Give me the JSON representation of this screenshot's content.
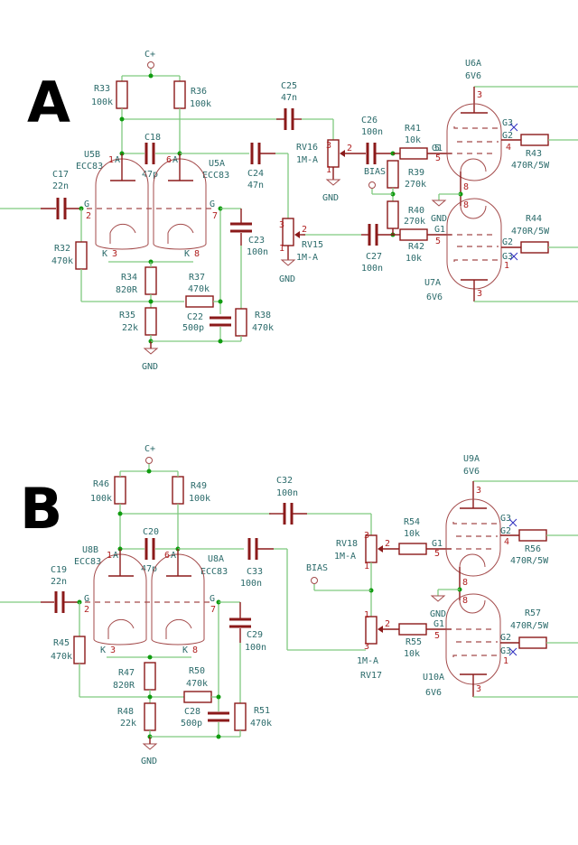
{
  "sections": [
    {
      "label": "A",
      "supply": "C+",
      "ground": "GND",
      "preamp": {
        "tube_b": {
          "ref": "U5B",
          "type": "ECC83",
          "anode_pin": "1",
          "grid_pin": "2",
          "cathode_pin": "3"
        },
        "tube_a": {
          "ref": "U5A",
          "type": "ECC83",
          "anode_pin": "6",
          "grid_pin": "7",
          "cathode_pin": "8"
        },
        "pin_letters": {
          "anode": "A",
          "grid": "G",
          "cathode": "K"
        }
      },
      "components": {
        "R_plate1": {
          "ref": "R33",
          "value": "100k"
        },
        "R_plate2": {
          "ref": "R36",
          "value": "100k"
        },
        "C_bright": {
          "ref": "C18",
          "value": "47p"
        },
        "C_in": {
          "ref": "C17",
          "value": "22n"
        },
        "R_grid": {
          "ref": "R32",
          "value": "470k"
        },
        "R_cath": {
          "ref": "R34",
          "value": "820R"
        },
        "R_tail": {
          "ref": "R35",
          "value": "22k"
        },
        "R_fb": {
          "ref": "R37",
          "value": "470k"
        },
        "C_fb": {
          "ref": "C22",
          "value": "500p"
        },
        "R_grid2": {
          "ref": "R38",
          "value": "470k"
        },
        "C_grid2": {
          "ref": "C23",
          "value": "100n"
        },
        "C_out1": {
          "ref": "C25",
          "value": "47n"
        },
        "C_out2": {
          "ref": "C24",
          "value": "47n"
        },
        "pot1": {
          "ref": "RV16",
          "value": "1M-A",
          "pins": [
            "3",
            "2",
            "1"
          ]
        },
        "pot2": {
          "ref": "RV15",
          "value": "1M-A",
          "pins": [
            "3",
            "2",
            "1"
          ]
        },
        "C_c1": {
          "ref": "C26",
          "value": "100n"
        },
        "C_c2": {
          "ref": "C27",
          "value": "100n"
        },
        "R_bias1": {
          "ref": "R39",
          "value": "270k"
        },
        "R_bias2": {
          "ref": "R40",
          "value": "270k"
        },
        "R_stop1": {
          "ref": "R41",
          "value": "10k"
        },
        "R_stop2": {
          "ref": "R42",
          "value": "10k"
        },
        "R_screen1": {
          "ref": "R43",
          "value": "470R/5W"
        },
        "R_screen2": {
          "ref": "R44",
          "value": "470R/5W"
        },
        "bias_label": "BIAS"
      },
      "power": {
        "top": {
          "ref": "U6A",
          "type": "6V6"
        },
        "bottom": {
          "ref": "U7A",
          "type": "6V6"
        },
        "pins": {
          "G1": "5",
          "G2": "4",
          "G3": "1",
          "A": "3",
          "F1": "8"
        }
      }
    },
    {
      "label": "B",
      "supply": "C+",
      "ground": "GND",
      "preamp": {
        "tube_b": {
          "ref": "U8B",
          "type": "ECC83",
          "anode_pin": "1",
          "grid_pin": "2",
          "cathode_pin": "3"
        },
        "tube_a": {
          "ref": "U8A",
          "type": "ECC83",
          "anode_pin": "6",
          "grid_pin": "7",
          "cathode_pin": "8"
        },
        "pin_letters": {
          "anode": "A",
          "grid": "G",
          "cathode": "K"
        }
      },
      "components": {
        "R_plate1": {
          "ref": "R46",
          "value": "100k"
        },
        "R_plate2": {
          "ref": "R49",
          "value": "100k"
        },
        "C_bright": {
          "ref": "C20",
          "value": "47p"
        },
        "C_in": {
          "ref": "C19",
          "value": "22n"
        },
        "R_grid": {
          "ref": "R45",
          "value": "470k"
        },
        "R_cath": {
          "ref": "R47",
          "value": "820R"
        },
        "R_tail": {
          "ref": "R48",
          "value": "22k"
        },
        "R_fb": {
          "ref": "R50",
          "value": "470k"
        },
        "C_fb": {
          "ref": "C28",
          "value": "500p"
        },
        "R_grid2": {
          "ref": "R51",
          "value": "470k"
        },
        "C_grid2": {
          "ref": "C29",
          "value": "100n"
        },
        "C_out1": {
          "ref": "C32",
          "value": "100n"
        },
        "C_out2": {
          "ref": "C33",
          "value": "100n"
        },
        "pot1": {
          "ref": "RV18",
          "value": "1M-A",
          "pins": [
            "3",
            "2",
            "1"
          ]
        },
        "pot2": {
          "ref": "RV17",
          "value": "1M-A",
          "pins": [
            "1",
            "2",
            "3"
          ]
        },
        "R_stop1": {
          "ref": "R54",
          "value": "10k"
        },
        "R_stop2": {
          "ref": "R55",
          "value": "10k"
        },
        "R_screen1": {
          "ref": "R56",
          "value": "470R/5W"
        },
        "R_screen2": {
          "ref": "R57",
          "value": "470R/5W"
        },
        "bias_label": "BIAS"
      },
      "power": {
        "top": {
          "ref": "U9A",
          "type": "6V6"
        },
        "bottom": {
          "ref": "U10A",
          "type": "6V6"
        },
        "pins": {
          "G1": "5",
          "G2": "4",
          "G3": "1",
          "A": "3",
          "F1": "8"
        }
      }
    }
  ]
}
